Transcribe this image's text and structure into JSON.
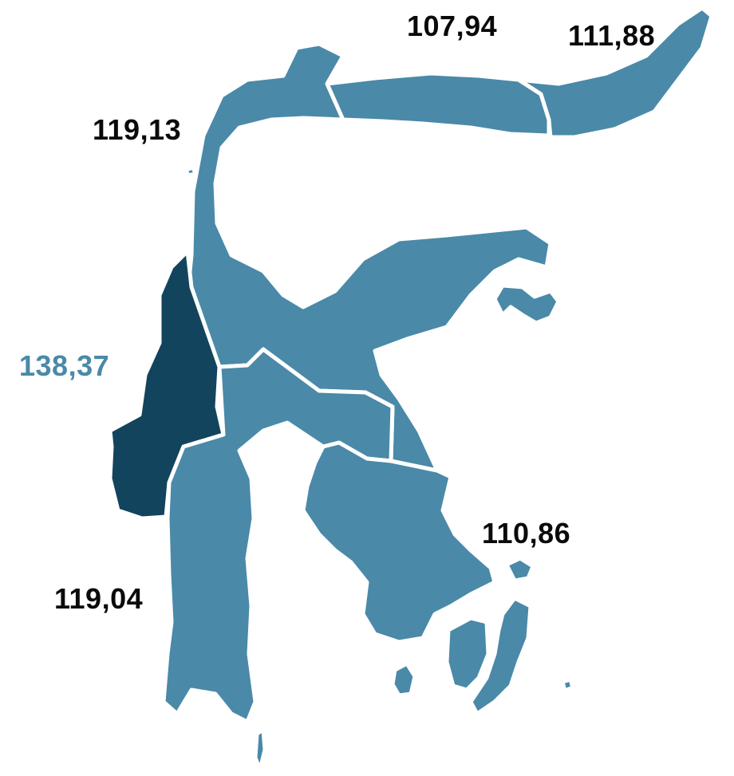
{
  "colors": {
    "region_fill": "#4a89a8",
    "highlight_fill": "#12445d",
    "border": "#ffffff",
    "label_text": "#0a0a0a",
    "highlight_label_text": "#4a89a8"
  },
  "regions": [
    {
      "id": "gorontalo",
      "value": "107,94",
      "highlighted": false
    },
    {
      "id": "sulawesi-utara",
      "value": "111,88",
      "highlighted": false
    },
    {
      "id": "sulawesi-tengah",
      "value": "119,13",
      "highlighted": false
    },
    {
      "id": "sulawesi-barat",
      "value": "138,37",
      "highlighted": true
    },
    {
      "id": "sulawesi-tenggara",
      "value": "110,86",
      "highlighted": false
    },
    {
      "id": "sulawesi-selatan",
      "value": "119,04",
      "highlighted": false
    }
  ]
}
